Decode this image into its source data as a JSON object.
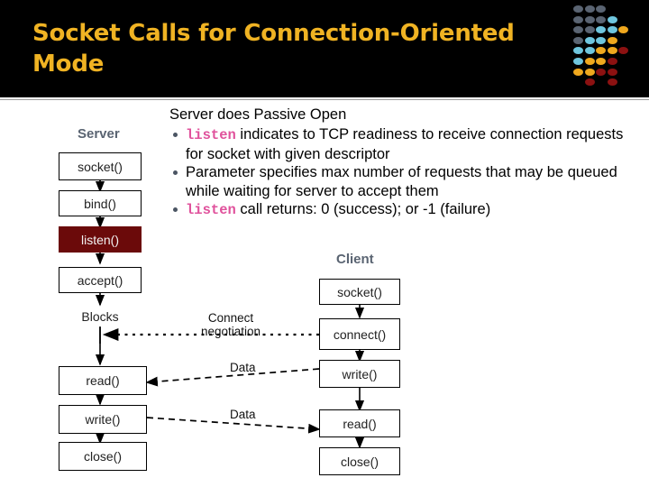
{
  "slide": {
    "title": "Socket Calls for Connection-Oriented Mode",
    "banner_color": "#000000",
    "title_color": "#F0B323"
  },
  "decoration": {
    "name": "dot-grid",
    "colors": {
      "slate": "#5A6472",
      "cyan": "#6FC6DE",
      "amber": "#F0A81E",
      "maroon": "#8C1111"
    },
    "dots": [
      {
        "col": 0,
        "row": 0,
        "color": "#5A6472"
      },
      {
        "col": 1,
        "row": 0,
        "color": "#5A6472"
      },
      {
        "col": 2,
        "row": 0,
        "color": "#5A6472"
      },
      {
        "col": 0,
        "row": 1,
        "color": "#5A6472"
      },
      {
        "col": 1,
        "row": 1,
        "color": "#5A6472"
      },
      {
        "col": 2,
        "row": 1,
        "color": "#5A6472"
      },
      {
        "col": 3,
        "row": 1,
        "color": "#6FC6DE"
      },
      {
        "col": 0,
        "row": 2,
        "color": "#5A6472"
      },
      {
        "col": 1,
        "row": 2,
        "color": "#5A6472"
      },
      {
        "col": 2,
        "row": 2,
        "color": "#6FC6DE"
      },
      {
        "col": 3,
        "row": 2,
        "color": "#6FC6DE"
      },
      {
        "col": 4,
        "row": 2,
        "color": "#F0A81E"
      },
      {
        "col": 0,
        "row": 3,
        "color": "#5A6472"
      },
      {
        "col": 1,
        "row": 3,
        "color": "#6FC6DE"
      },
      {
        "col": 2,
        "row": 3,
        "color": "#6FC6DE"
      },
      {
        "col": 3,
        "row": 3,
        "color": "#F0A81E"
      },
      {
        "col": 0,
        "row": 4,
        "color": "#6FC6DE"
      },
      {
        "col": 1,
        "row": 4,
        "color": "#6FC6DE"
      },
      {
        "col": 2,
        "row": 4,
        "color": "#F0A81E"
      },
      {
        "col": 3,
        "row": 4,
        "color": "#F0A81E"
      },
      {
        "col": 4,
        "row": 4,
        "color": "#8C1111"
      },
      {
        "col": 0,
        "row": 5,
        "color": "#6FC6DE"
      },
      {
        "col": 1,
        "row": 5,
        "color": "#F0A81E"
      },
      {
        "col": 2,
        "row": 5,
        "color": "#F0A81E"
      },
      {
        "col": 3,
        "row": 5,
        "color": "#8C1111"
      },
      {
        "col": 0,
        "row": 6,
        "color": "#F0A81E"
      },
      {
        "col": 1,
        "row": 6,
        "color": "#F0A81E"
      },
      {
        "col": 2,
        "row": 6,
        "color": "#8C1111"
      },
      {
        "col": 3,
        "row": 6,
        "color": "#8C1111"
      },
      {
        "col": 1,
        "row": 7,
        "color": "#8C1111"
      },
      {
        "col": 3,
        "row": 7,
        "color": "#8C1111"
      }
    ]
  },
  "body": {
    "lead": "Server does Passive Open",
    "bullets": [
      {
        "keyword": "listen",
        "text": " indicates to TCP readiness to receive connection requests for socket with given descriptor"
      },
      {
        "keyword": "",
        "text": "Parameter specifies max number of requests that may be queued while waiting for server to accept them"
      },
      {
        "keyword": "listen",
        "text": " call returns: 0 (success); or -1 (failure)"
      }
    ],
    "keyword_color": "#E0529C"
  },
  "diagram": {
    "server": {
      "heading": "Server",
      "steps": [
        {
          "label": "socket()",
          "highlighted": false
        },
        {
          "label": "bind()",
          "highlighted": false
        },
        {
          "label": "listen()",
          "highlighted": true
        },
        {
          "label": "accept()",
          "highlighted": false
        },
        {
          "label": "read()",
          "highlighted": false
        },
        {
          "label": "write()",
          "highlighted": false
        },
        {
          "label": "close()",
          "highlighted": false
        }
      ],
      "blocks_label": "Blocks"
    },
    "client": {
      "heading": "Client",
      "steps": [
        {
          "label": "socket()",
          "highlighted": false
        },
        {
          "label": "connect()",
          "highlighted": false
        },
        {
          "label": "write()",
          "highlighted": false
        },
        {
          "label": "read()",
          "highlighted": false
        },
        {
          "label": "close()",
          "highlighted": false
        }
      ]
    },
    "edges": [
      {
        "label": "Connect negotiation",
        "style": "dotted",
        "direction": "client-to-server"
      },
      {
        "label": "Data",
        "style": "dashed",
        "direction": "client-to-server"
      },
      {
        "label": "Data",
        "style": "dashed",
        "direction": "server-to-client"
      }
    ],
    "highlight_color": "#6B0A0A",
    "heading_color": "#5A6472"
  }
}
